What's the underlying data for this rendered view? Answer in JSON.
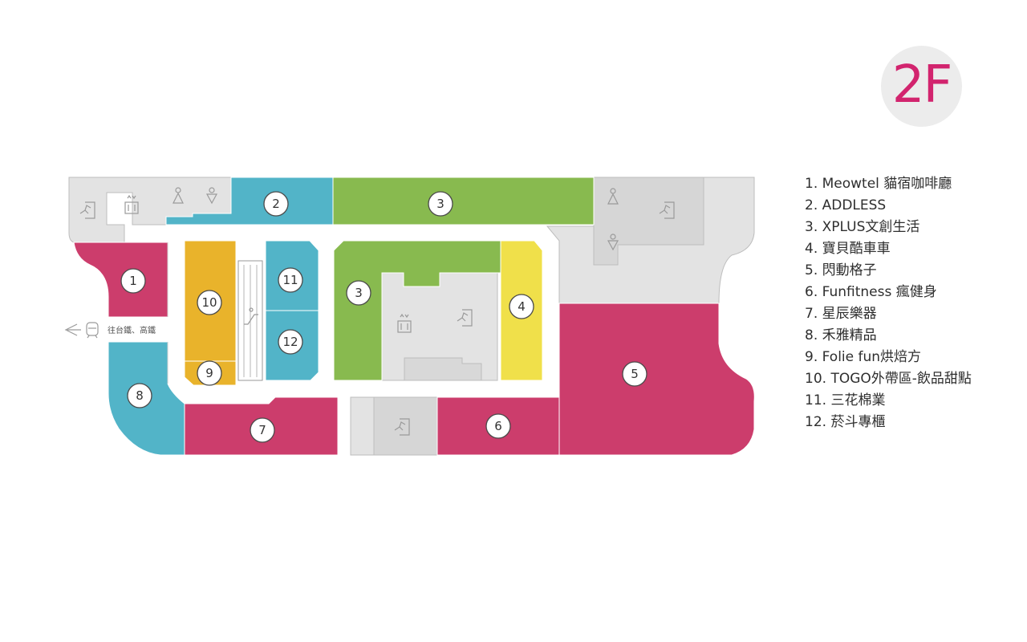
{
  "floor": "2F",
  "colors": {
    "magenta": "#cc3d6c",
    "teal": "#52b4c8",
    "green": "#88ba4f",
    "yellow": "#f0e04a",
    "mustard": "#e9b32b",
    "gray": "#e3e3e3",
    "walkway": "#ffffff",
    "accent": "#d2246e"
  },
  "direction_label": "往台鐵、高鐵",
  "stores": [
    {
      "num": "1",
      "name": "Meowtel 貓宿咖啡廳",
      "color": "magenta"
    },
    {
      "num": "2",
      "name": "ADDLESS",
      "color": "teal"
    },
    {
      "num": "3",
      "name": "XPLUS文創生活",
      "color": "green"
    },
    {
      "num": "4",
      "name": "寶貝酷車車",
      "color": "yellow"
    },
    {
      "num": "5",
      "name": "閃動格子",
      "color": "magenta"
    },
    {
      "num": "6",
      "name": "Funfitness 瘋健身",
      "color": "magenta"
    },
    {
      "num": "7",
      "name": "星辰樂器",
      "color": "magenta"
    },
    {
      "num": "8",
      "name": "禾雅精品",
      "color": "teal"
    },
    {
      "num": "9",
      "name": "Folie fun烘焙方",
      "color": "mustard"
    },
    {
      "num": "10",
      "name": "TOGO外帶區-飲品甜點",
      "color": "mustard"
    },
    {
      "num": "11",
      "name": "三花棉業",
      "color": "teal"
    },
    {
      "num": "12",
      "name": "菸斗專櫃",
      "color": "teal"
    }
  ],
  "legend": [
    "1. Meowtel 貓宿咖啡廳",
    "2. ADDLESS",
    "3. XPLUS文創生活",
    "4. 寶貝酷車車",
    "5. 閃動格子",
    "6. Funfitness 瘋健身",
    "7. 星辰樂器",
    "8. 禾雅精品",
    "9. Folie fun烘焙方",
    "10. TOGO外帶區-飲品甜點",
    "11. 三花棉業",
    "12. 菸斗專櫃"
  ],
  "icons": [
    "emergency-exit-icon",
    "elevator-icon",
    "female-restroom-icon",
    "male-restroom-icon",
    "escalator-icon",
    "train-icon",
    "arrow-left-icon"
  ]
}
